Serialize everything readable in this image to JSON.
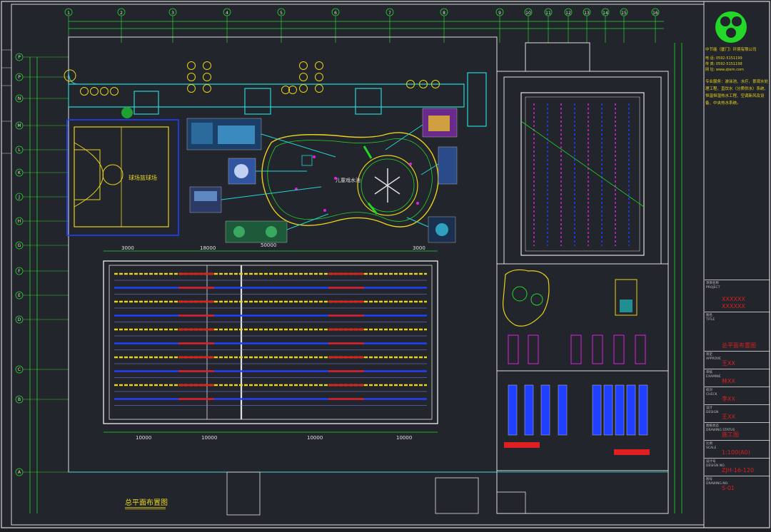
{
  "drawing": {
    "title": "总平面布置图",
    "labels": {
      "basketball": "球场篮球场",
      "kids_pool": "儿童戏水池"
    },
    "dimensions": {
      "top": [
        "3000",
        "18000",
        "50000",
        "3000"
      ],
      "bottom": [
        "10000",
        "10000",
        "10000",
        "10000"
      ]
    },
    "grid_columns_top": [
      "1",
      "2",
      "3",
      "4",
      "5",
      "6",
      "7",
      "8",
      "9",
      "10",
      "11",
      "12",
      "13",
      "14",
      "15",
      "16"
    ],
    "grid_rows_left": [
      "P",
      "P",
      "N",
      "M",
      "L",
      "K",
      "J",
      "H",
      "G",
      "F",
      "E",
      "D",
      "C",
      "B",
      "A"
    ]
  },
  "title_block": {
    "company": "中节能（厦门）环境有限公司",
    "contact_lines": [
      "电 话: 0592-5151199",
      "传 真: 0592-5151198",
      "网 址: www.zjiem.com"
    ],
    "service_text": "专业服务：游泳池、水疗、景观水处理工程、直饮水（分质供水）系统、恒温恒湿热水工程、空调新风及设备、中央热水系统。",
    "rows": [
      {
        "label": "项目名称\nPROJECT",
        "value": "XXXXXX\nXXXXXX"
      },
      {
        "label": "图名\nTITLE",
        "value": "总平面布置图"
      },
      {
        "label": "审定\nAPPROVE",
        "value": "王XX"
      },
      {
        "label": "审核\nEXAMINE",
        "value": "林XX"
      },
      {
        "label": "校对\nCHECK",
        "value": "李XX"
      },
      {
        "label": "设计\nDESIGN",
        "value": "王XX"
      },
      {
        "label": "图纸状态\nDRAWING STATUS",
        "value": "施工图"
      },
      {
        "label": "比例\nSCALE",
        "value": "1:100(A0)"
      },
      {
        "label": "设计号\nDESIGN NO.",
        "value": "ZJH-16-120"
      },
      {
        "label": "图号\nDRAWING NO.",
        "value": "S-01"
      }
    ]
  },
  "colors": {
    "background": "#22252b",
    "line": "#e0e0e0",
    "green": "#22d62a",
    "yellow": "#e8d21a",
    "cyan": "#22d6d6",
    "blue": "#2040ff",
    "magenta": "#e020e0",
    "red": "#e02020",
    "title_block_red": "#d82020"
  }
}
